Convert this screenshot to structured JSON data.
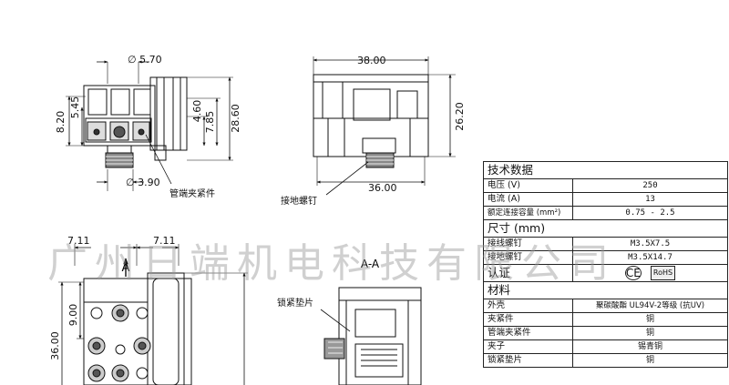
{
  "views": {
    "front": {
      "dims": {
        "diameter_top": "∅ 5.70",
        "h_820": "8.20",
        "h_545": "5.45",
        "h_460": "4.60",
        "h_785": "7.85",
        "h_2860": "28.60",
        "diameter_bottom": "∅ 3.90"
      },
      "label_tube_clamp": "管端夹紧件"
    },
    "side": {
      "dims": {
        "width_top": "38.00",
        "height": "26.20",
        "width_bottom": "36.00"
      },
      "label_ground_screw": "接地螺钉"
    },
    "lower_left": {
      "dims": {
        "left_711": "7.11",
        "right_711": "7.11",
        "h_900": "9.00",
        "h_3600": "36.00"
      },
      "section_marker": "A"
    },
    "section_aa": {
      "title": "A-A",
      "label_lock_washer": "锁紧垫片"
    }
  },
  "specs": {
    "tech_title": "技术数据",
    "voltage_label": "电压 (V)",
    "voltage_value": "250",
    "current_label": "电流 (A)",
    "current_value": "13",
    "capacity_label": "额定连接容量 (mm²)",
    "capacity_value": "0.75 - 2.5",
    "size_title": "尺寸 (mm)",
    "wire_screw_label": "接线螺钉",
    "wire_screw_value": "M3.5X7.5",
    "ground_screw_label": "接地螺钉",
    "ground_screw_value": "M3.5X14.7",
    "cert_title": "认证",
    "cert_ce": "CE",
    "cert_rohs": "RoHS",
    "material_title": "材料",
    "materials": [
      {
        "part": "外壳",
        "material": "聚碳酸酯 UL94V-2等级 (抗UV)"
      },
      {
        "part": "夹紧件",
        "material": "铜"
      },
      {
        "part": "管端夹紧件",
        "material": "铜"
      },
      {
        "part": "夹子",
        "material": "锡青铜"
      },
      {
        "part": "锁紧垫片",
        "material": "铜"
      }
    ]
  },
  "watermark": "广州日端机电科技有限公司"
}
